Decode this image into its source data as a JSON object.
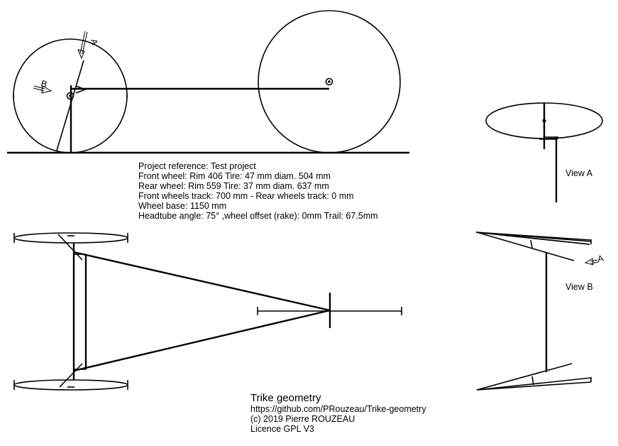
{
  "arrow_labels": {
    "a": "A",
    "b": "B"
  },
  "project_info": [
    "Project reference: Test project",
    "Front wheel: Rim 406 Tire: 47 mm diam. 504 mm",
    "Rear wheel: Rim 559 Tire: 37 mm diam. 637 mm",
    "Front wheels track: 700 mm - Rear wheels track: 0 mm",
    "Wheel base: 1150 mm",
    "Headtube angle: 75° ,wheel offset (rake): 0mm  Trail: 67.5mm"
  ],
  "view_labels": {
    "view_a": "View A",
    "view_b": "View B"
  },
  "credits": {
    "title": "Trike geometry",
    "url": "https://github.com/PRouzeau/Trike-geometry",
    "copyright": "(c) 2019 Pierre ROUZEAU",
    "licence": "Licence GPL V3"
  }
}
